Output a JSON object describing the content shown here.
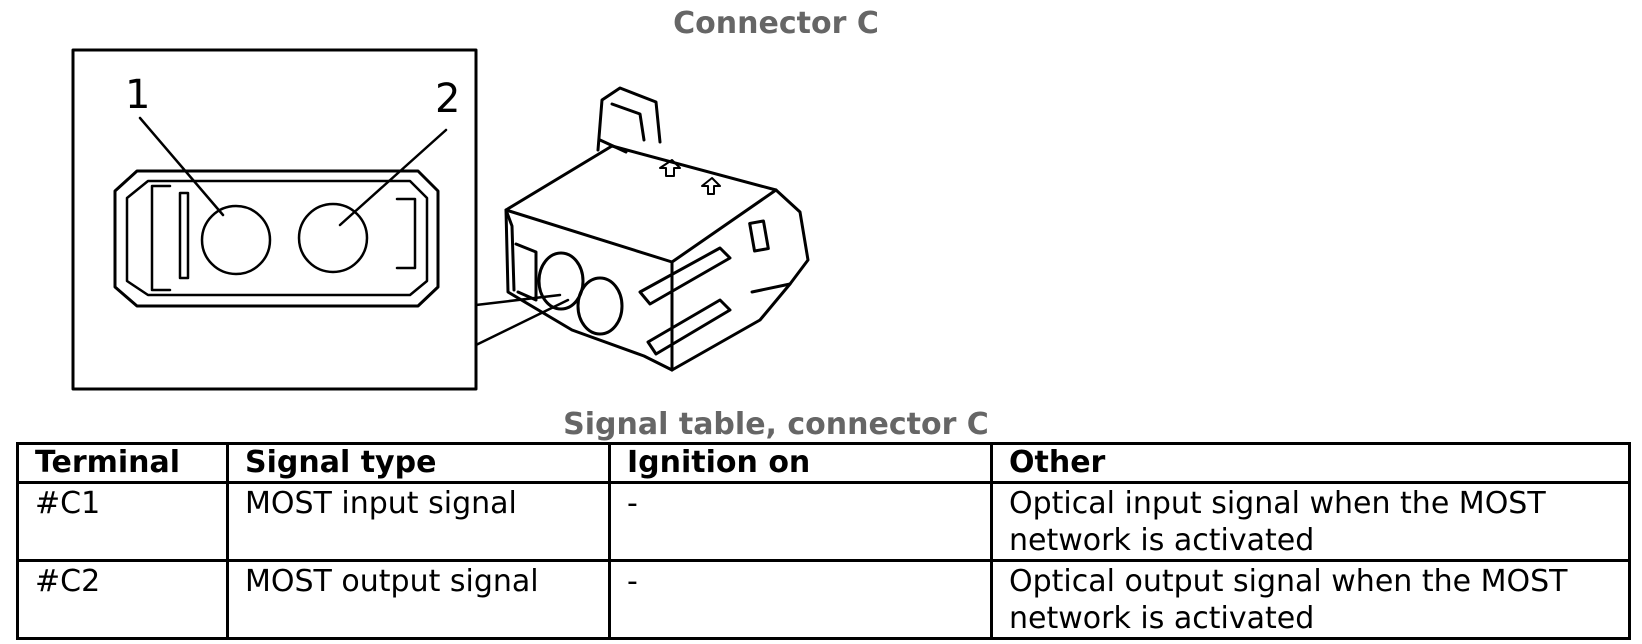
{
  "connector_title": "Connector C",
  "diagram": {
    "callouts": [
      "1",
      "2"
    ]
  },
  "table_title": "Signal table, connector C",
  "table": {
    "headers": [
      "Terminal",
      "Signal type",
      "Ignition on",
      "Other"
    ],
    "rows": [
      {
        "terminal": "#C1",
        "signal_type": "MOST input signal",
        "ignition_on": "-",
        "other": "Optical input signal when the MOST network is activated"
      },
      {
        "terminal": "#C2",
        "signal_type": "MOST output signal",
        "ignition_on": "-",
        "other": "Optical output signal when the MOST network is activated"
      }
    ]
  }
}
